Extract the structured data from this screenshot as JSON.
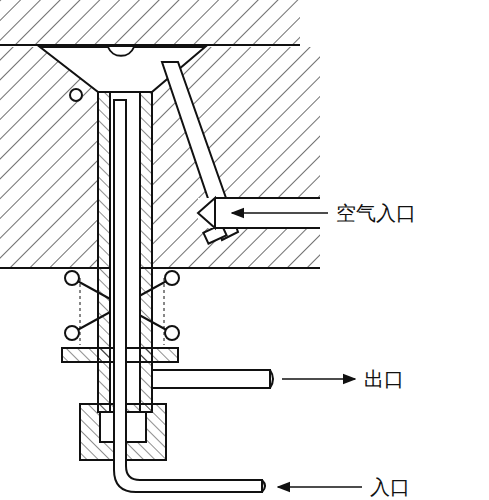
{
  "diagram": {
    "labels": [
      "空气入口",
      "出口",
      "入口"
    ]
  }
}
